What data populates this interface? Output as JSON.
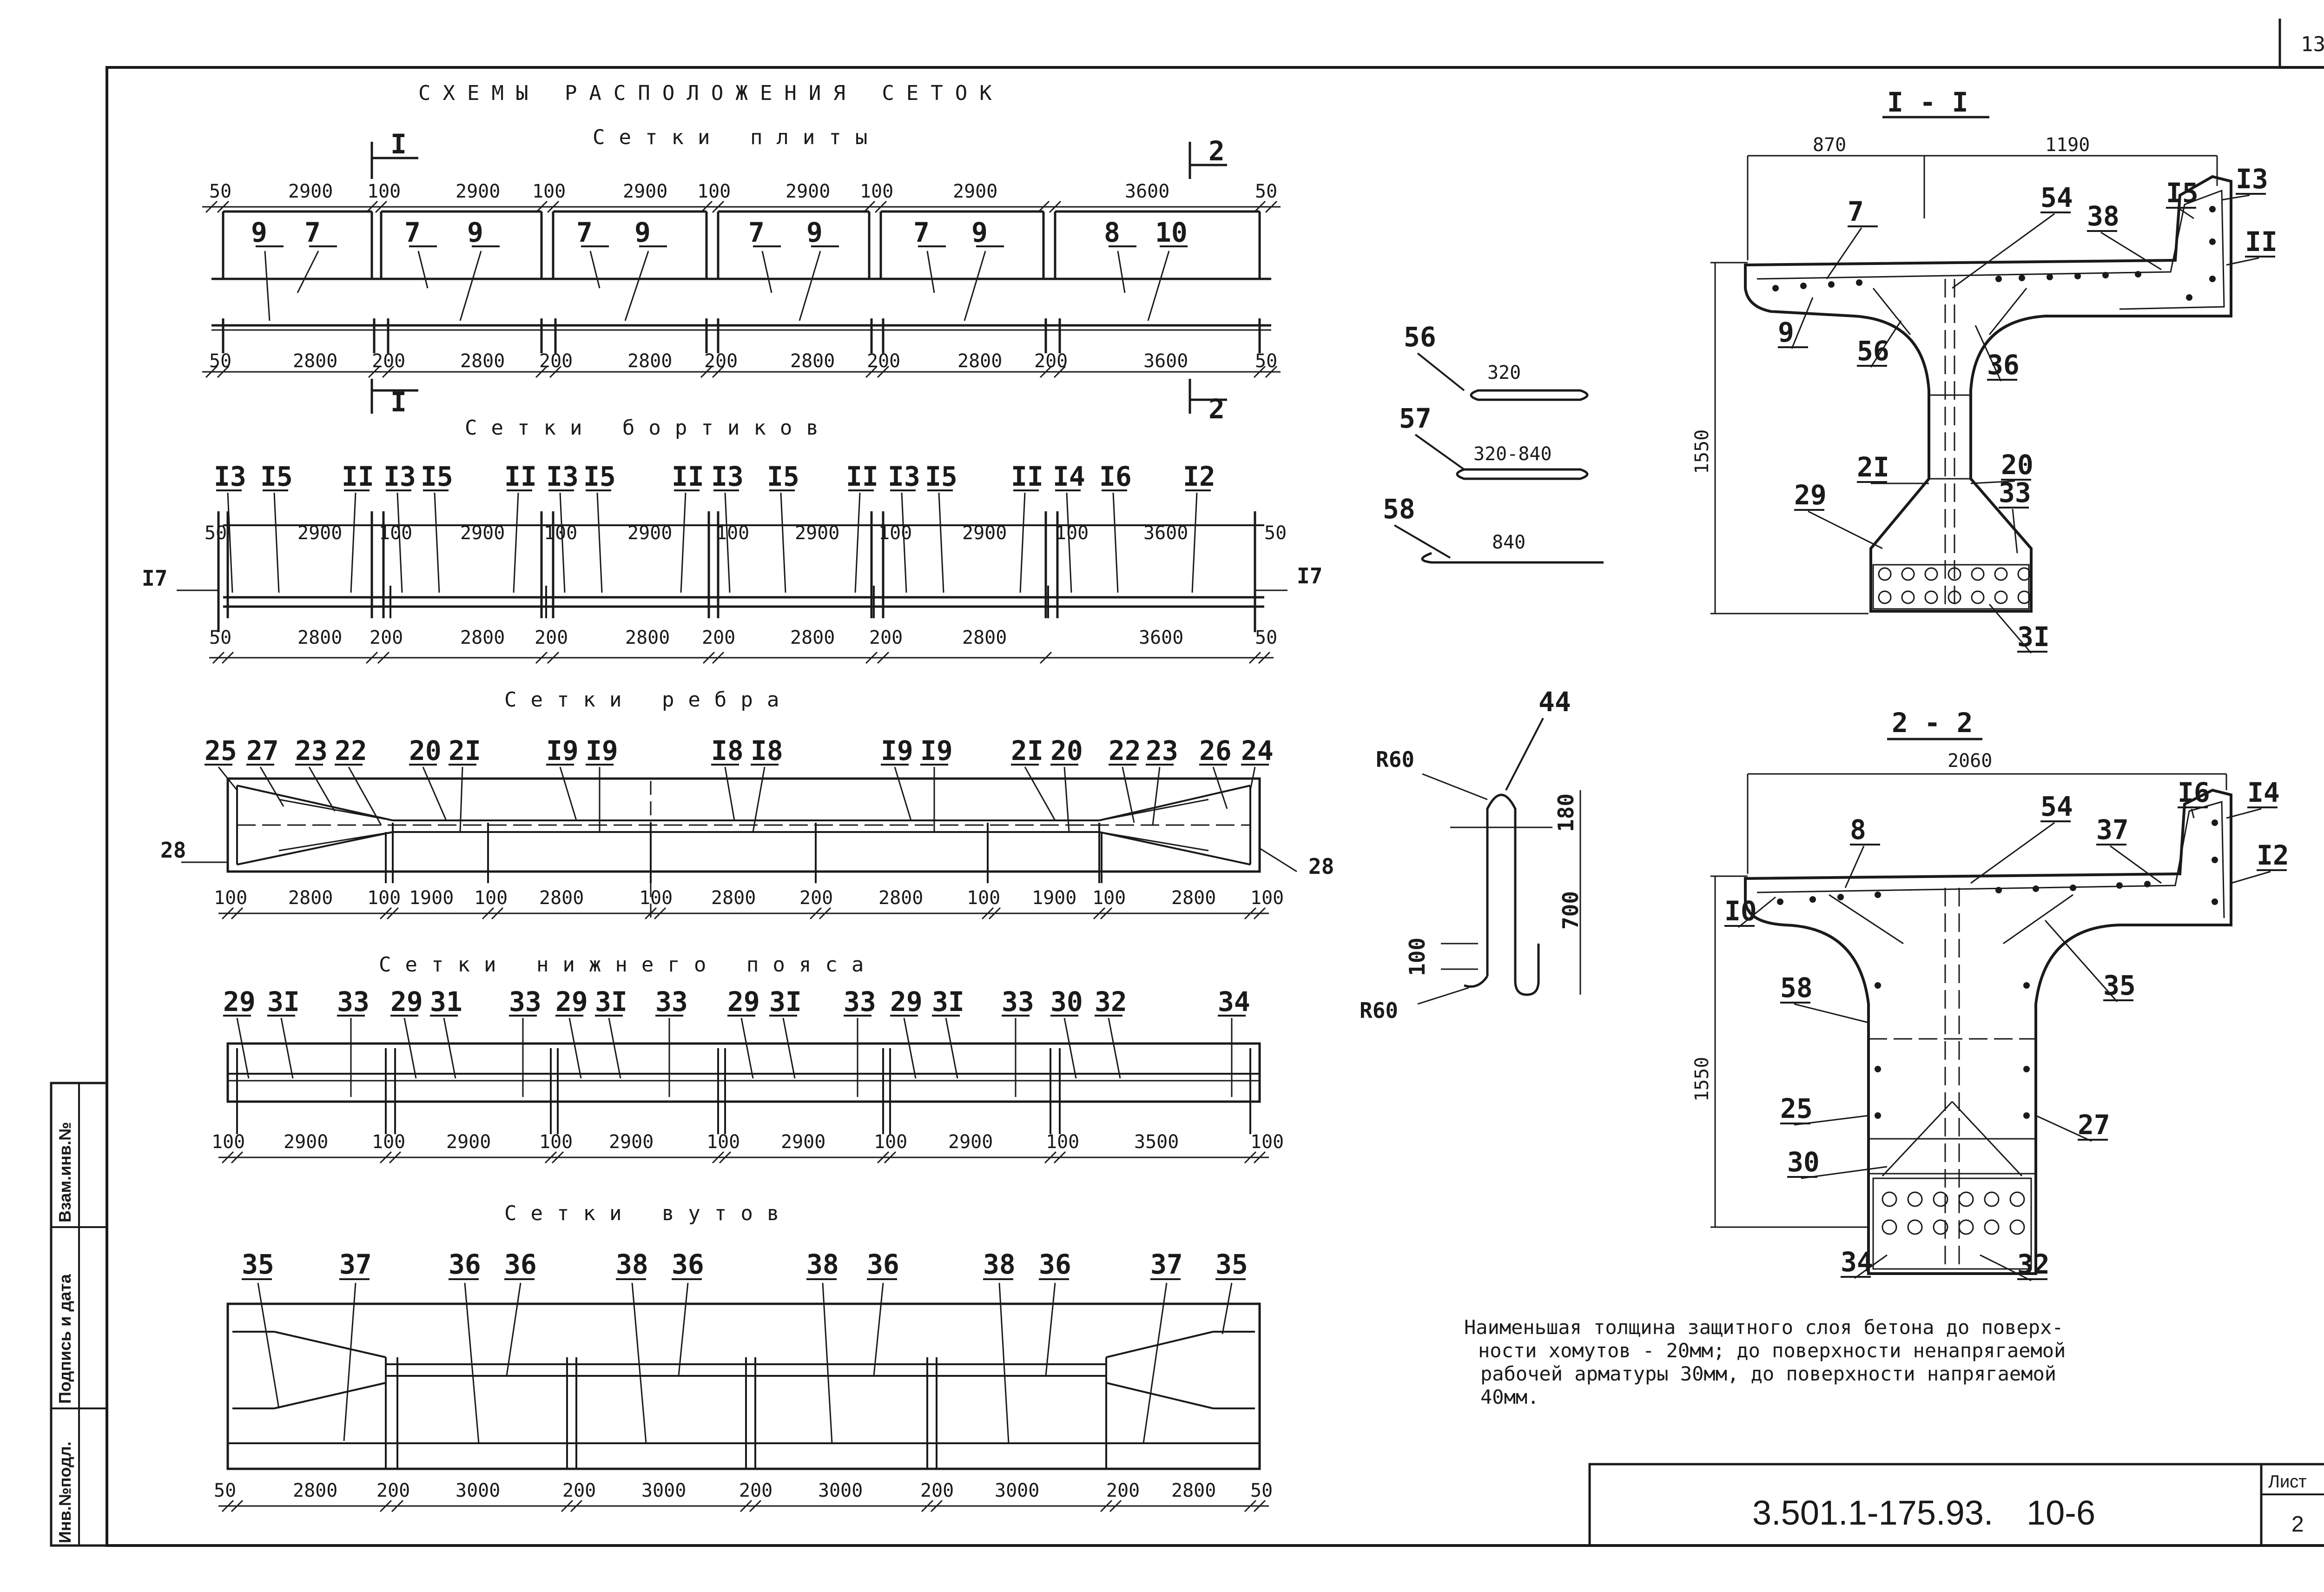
{
  "page_number": "13",
  "title": "СХЕМЫ РАСПОЛОЖЕНИЯ СЕТОК",
  "doc_code": "3.501.1-175.93.",
  "doc_sheet_code": "10-6",
  "sheet_label": "Лист",
  "sheet_number": "2",
  "stamp_fields": [
    "Инв.№подл.",
    "Подпись и дата",
    "Взам.инв.№"
  ],
  "note": [
    "Наименьшая толщина защитного слоя бетона до поверх-",
    "ности хомутов - 20мм; до поверхности ненапрягаемой",
    "рабочей арматуры 30мм, до поверхности напрягаемой",
    "40мм."
  ],
  "rows": [
    {
      "header": "Сетки плиты",
      "top_dims": [
        "50",
        "2900",
        "100",
        "2900",
        "100",
        "2900",
        "100",
        "2900",
        "100",
        "2900",
        "3600",
        "50"
      ],
      "bottom_dims": [
        "50",
        "2800",
        "200",
        "2800",
        "200",
        "2800",
        "200",
        "2800",
        "200",
        "2800",
        "200",
        "3600",
        "50"
      ],
      "labels": [
        "9",
        "7",
        "7",
        "9",
        "7",
        "9",
        "7",
        "9",
        "7",
        "9",
        "8",
        "10"
      ],
      "section_marks": [
        "I",
        "2",
        "I",
        "2"
      ]
    },
    {
      "header": "Сетки бортиков",
      "top_dims": [
        "50",
        "2900",
        "100",
        "2900",
        "100",
        "2900",
        "100",
        "2900",
        "100",
        "2900",
        "100",
        "3600",
        "50"
      ],
      "bottom_dims": [
        "50",
        "2800",
        "200",
        "2800",
        "200",
        "2800",
        "200",
        "2800",
        "200",
        "2800",
        "3600",
        "50"
      ],
      "labels": [
        "I3",
        "I5",
        "II",
        "I3",
        "I5",
        "II",
        "I3",
        "I5",
        "II",
        "I3",
        "I5",
        "II",
        "I3",
        "I5",
        "II",
        "I4",
        "I6",
        "I2"
      ],
      "side_labels": [
        "I7",
        "I7"
      ]
    },
    {
      "header": "Сетки ребра",
      "bottom_dims": [
        "100",
        "2800",
        "100",
        "1900",
        "100",
        "2800",
        "100",
        "2800",
        "200",
        "2800",
        "100",
        "1900",
        "100",
        "2800",
        "100"
      ],
      "labels": [
        "25",
        "27",
        "23",
        "22",
        "20",
        "2I",
        "I9",
        "I9",
        "I8",
        "I8",
        "I9",
        "I9",
        "2I",
        "20",
        "22",
        "23",
        "26",
        "24"
      ],
      "side_labels": [
        "28",
        "28"
      ]
    },
    {
      "header": "Сетки нижнего пояса",
      "bottom_dims": [
        "100",
        "2900",
        "100",
        "2900",
        "100",
        "2900",
        "100",
        "2900",
        "100",
        "2900",
        "100",
        "3500",
        "100"
      ],
      "labels": [
        "29",
        "3I",
        "33",
        "29",
        "31",
        "33",
        "29",
        "3I",
        "33",
        "29",
        "3I",
        "33",
        "29",
        "3I",
        "33",
        "30",
        "32",
        "34"
      ]
    },
    {
      "header": "Сетки вутов",
      "bottom_dims": [
        "50",
        "2800",
        "200",
        "3000",
        "200",
        "3000",
        "200",
        "3000",
        "200",
        "3000",
        "200",
        "2800",
        "50"
      ],
      "labels": [
        "35",
        "37",
        "36",
        "36",
        "38",
        "36",
        "38",
        "36",
        "38",
        "36",
        "37",
        "35"
      ]
    }
  ],
  "bars": [
    {
      "mark": "56",
      "length": "320"
    },
    {
      "mark": "57",
      "length": "320-840"
    },
    {
      "mark": "58",
      "length": "840"
    }
  ],
  "loop": {
    "mark": "44",
    "radius_top": "R60",
    "radius_bottom": "R60",
    "dims": [
      "180",
      "700",
      "100"
    ]
  },
  "section1": {
    "title": "I - I",
    "dims": [
      "870",
      "1190",
      "1550"
    ],
    "labels": [
      "7",
      "54",
      "I5",
      "I3",
      "38",
      "II",
      "9",
      "36",
      "56",
      "2I",
      "20",
      "29",
      "33",
      "3I"
    ]
  },
  "section2": {
    "title": "2 - 2",
    "dims": [
      "2060",
      "1550"
    ],
    "labels": [
      "I6",
      "I4",
      "54",
      "8",
      "37",
      "I2",
      "I0",
      "35",
      "58",
      "25",
      "27",
      "30",
      "34",
      "32"
    ]
  }
}
